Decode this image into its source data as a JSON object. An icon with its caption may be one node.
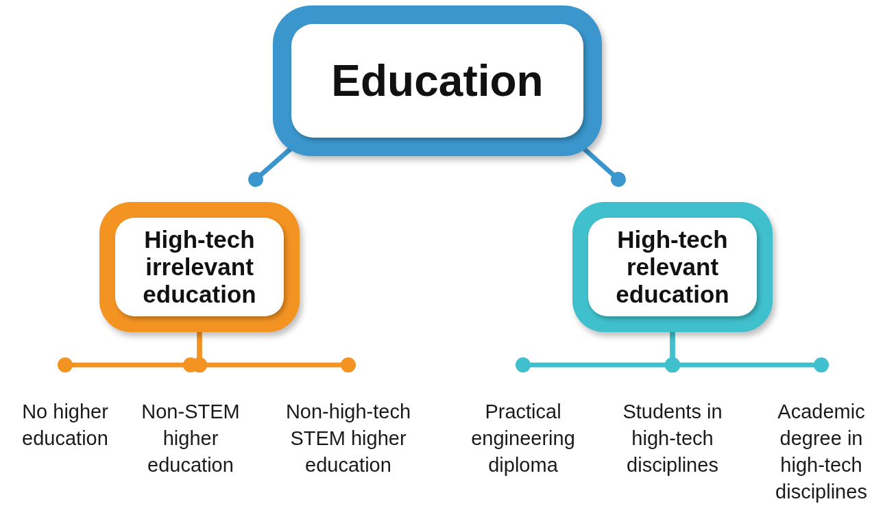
{
  "diagram": {
    "nodes": [
      {
        "text": [
          "Education"
        ]
      },
      {
        "text": [
          "High-tech irrelevant education"
        ]
      },
      {
        "text": [
          "High-tech relevant education"
        ]
      },
      {
        "text": [
          "No higher education"
        ]
      },
      {
        "text": [
          "Non-STEM higher education"
        ]
      },
      {
        "text": [
          "Non-high-tech STEM higher education"
        ]
      },
      {
        "text": [
          "Practical engineering diploma"
        ]
      },
      {
        "text": [
          "Students in high-tech disciplines"
        ]
      },
      {
        "text": [
          "Academic degree in high-tech disciplines"
        ]
      }
    ],
    "edges": [
      {
        "from": 0,
        "to": 1,
        "arrow": "other",
        "color": "#3a96cc"
      },
      {
        "from": 0,
        "to": 2,
        "arrow": "other",
        "color": "#3a96cc"
      },
      {
        "from": 1,
        "to": 3,
        "arrow": "other",
        "color": "#f39322"
      },
      {
        "from": 1,
        "to": 4,
        "arrow": "other",
        "color": "#f39322"
      },
      {
        "from": 1,
        "to": 5,
        "arrow": "other",
        "color": "#f39322"
      },
      {
        "from": 2,
        "to": 6,
        "arrow": "other",
        "color": "#3fc0cc"
      },
      {
        "from": 2,
        "to": 7,
        "arrow": "other",
        "color": "#3fc0cc"
      },
      {
        "from": 2,
        "to": 8,
        "arrow": "other",
        "color": "#3fc0cc"
      }
    ]
  }
}
